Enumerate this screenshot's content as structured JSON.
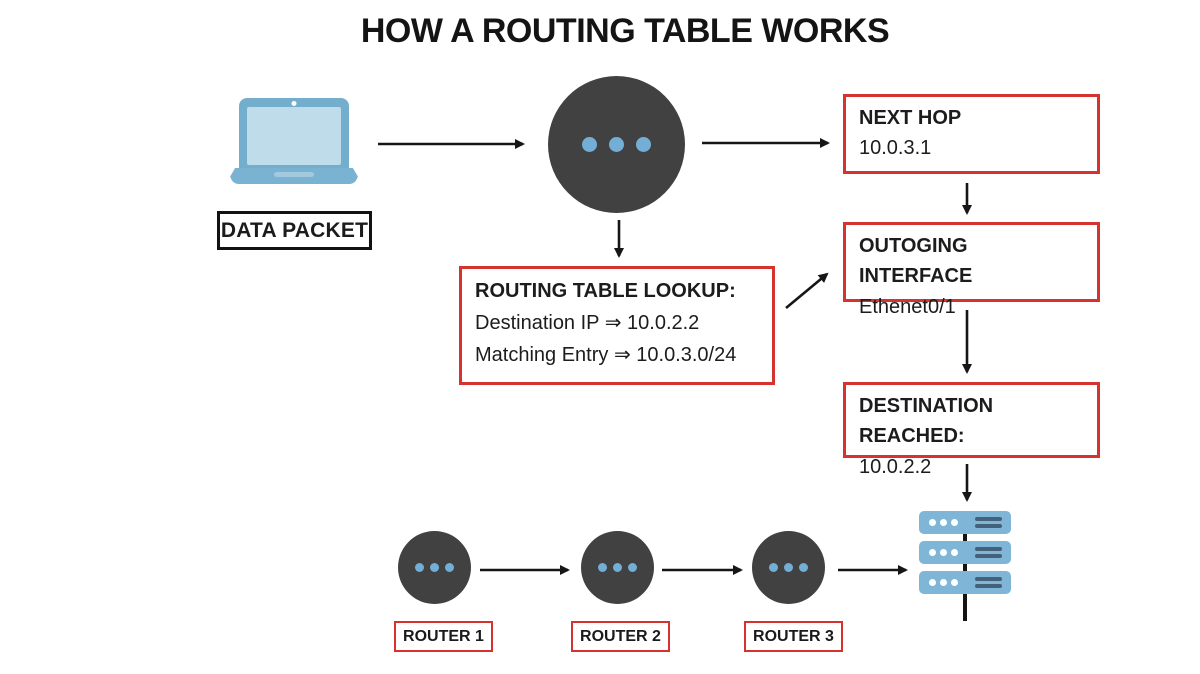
{
  "title": "HOW A ROUTING TABLE WORKS",
  "data_packet": {
    "label": "DATA PACKET"
  },
  "boxes": {
    "next_hop": {
      "title": "NEXT HOP",
      "value": "10.0.3.1"
    },
    "outgoing_interface": {
      "title": "OUTOGING INTERFACE",
      "value": "Ethenet0/1"
    },
    "destination_reached": {
      "title": "DESTINATION REACHED:",
      "value": "10.0.2.2"
    },
    "routing_table_lookup": {
      "title": "ROUTING TABLE LOOKUP:",
      "lines": [
        "Destination IP ⇒ 10.0.2.2",
        "Matching Entry ⇒ 10.0.3.0/24"
      ]
    }
  },
  "routers": [
    {
      "label": "ROUTER 1"
    },
    {
      "label": "ROUTER 2"
    },
    {
      "label": "ROUTER 3"
    }
  ],
  "icons": {
    "laptop": "laptop-icon",
    "main_router": "router-icon",
    "server_stack": "server-stack-icon"
  },
  "colors": {
    "box_border_red": "#d5332f",
    "label_border_black": "#121212",
    "router_circle_gray": "#414141",
    "router_dot_blue": "#72aed6",
    "laptop_frame_blue": "#74aecd",
    "laptop_screen_blue": "#bedcea",
    "server_bar_blue": "#7fb6d8",
    "server_slit_dark": "#45607a",
    "arrow_black": "#161616",
    "background": "#ffffff"
  }
}
